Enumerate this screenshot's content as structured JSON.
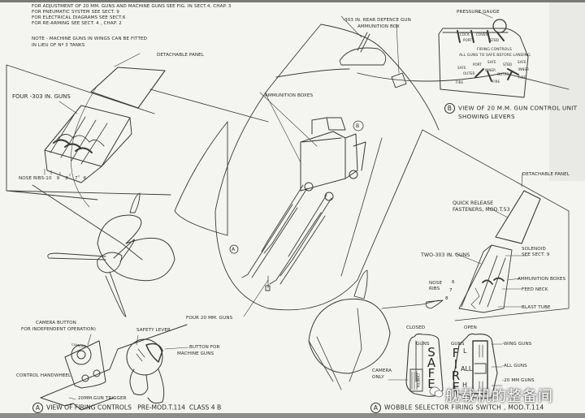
{
  "notes": {
    "lines": [
      "For adjustment of 20 mm. guns and machine guns see fig. in sect.4, chap. 3",
      "For pneumatic system see sect. 9",
      "For electrical diagrams see sect.6",
      "For re-arming see sect. 4 , chap. 2"
    ],
    "note": [
      "Note - machine guns in wings can be fitted",
      "in lieu of Nº 3 tanks"
    ]
  },
  "left_wing": {
    "detachable_panel": "Detachable panel",
    "guns": "Four -303 in. guns",
    "nose_ribs_label": "Nose ribs-",
    "nose_ribs": [
      "10",
      "9",
      "8",
      "7",
      "6"
    ]
  },
  "fuselage": {
    "rear_defence": [
      "-303 in. rear defence gun",
      "ammunition box"
    ],
    "ammunition_boxes": "Ammunition boxes",
    "marker_b": "B",
    "marker_a": "A",
    "cannons": "Four 20 mm. guns"
  },
  "control_unit": {
    "pressure_gauge": "Pressure gauge",
    "lever_tags": [
      "Cock",
      "Port",
      "Cover",
      "Stbd"
    ],
    "title": [
      "Firing controls",
      "All guns to safe before landing"
    ],
    "positions": [
      "Safe",
      "Port",
      "Safe",
      "Stbd",
      "Safe",
      "Outer",
      "Inner",
      "Outer",
      "Inner",
      "Fire",
      "Fire",
      "Fire"
    ],
    "caption_marker": "B",
    "caption": [
      "View of 20 M.M. gun control unit",
      "showing levers"
    ]
  },
  "right_wing": {
    "detachable_panel": "Detachable panel",
    "fasteners": [
      "Quick release",
      "fasteners, Mod.T.53"
    ],
    "solenoid": [
      "Solenoid",
      "see sect. 9"
    ],
    "guns": "Two-303 in. guns",
    "ammo": "Ammunition boxes",
    "feed_neck": "Feed neck",
    "blast_tube": "Blast tube",
    "nose_ribs": [
      "Nose",
      "ribs"
    ],
    "rib_numbers": [
      "6",
      "7",
      "8"
    ]
  },
  "firing_controls": {
    "camera_button": [
      "Camera button",
      "for independent operation)"
    ],
    "camera_ring": "Camera",
    "safety_lever": "Safety lever",
    "mg_button": [
      "Button for",
      "machine guns"
    ],
    "handwheel": "Control handwheel",
    "trigger": "20mm.gun trigger",
    "caption_marker": "A",
    "caption": "View of firing controls   Pre-Mod.T.114  Class 4 B"
  },
  "wobble_switch": {
    "closed": "Closed",
    "open": "Open",
    "guns_left": "Guns",
    "safe_letters": [
      "S",
      "A",
      "F",
      "E"
    ],
    "camera_strip": "Camera",
    "camera_only": [
      "Camera",
      "only"
    ],
    "guns_right": "Guns",
    "fire_letters": [
      "F",
      "I",
      "R",
      "E"
    ],
    "l": "L",
    "all": "All",
    "h": "H",
    "wing_guns": "-Wing guns",
    "all_guns": "-All guns",
    "mm_guns": "-20 mm guns",
    "caption_marker": "A",
    "caption": "Wobble selector firing switch , Mod.T.114"
  },
  "watermark": "舰载机的整备间",
  "colors": {
    "paper": "#f4f4f1",
    "ink": "#2a2a2a",
    "border": "#7a7a78"
  }
}
